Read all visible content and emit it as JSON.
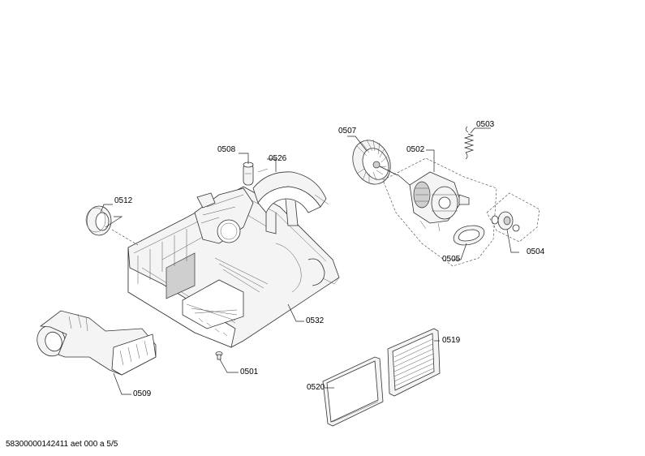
{
  "parts": [
    {
      "id": "p0507",
      "number": "0507"
    },
    {
      "id": "p0503",
      "number": "0503"
    },
    {
      "id": "p0508",
      "number": "0508"
    },
    {
      "id": "p0526",
      "number": "0526"
    },
    {
      "id": "p0502",
      "number": "0502"
    },
    {
      "id": "p0512",
      "number": "0512"
    },
    {
      "id": "p0505",
      "number": "0505"
    },
    {
      "id": "p0504",
      "number": "0504"
    },
    {
      "id": "p0532",
      "number": "0532"
    },
    {
      "id": "p0519",
      "number": "0519"
    },
    {
      "id": "p0501",
      "number": "0501"
    },
    {
      "id": "p0520",
      "number": "0520"
    },
    {
      "id": "p0509",
      "number": "0509"
    }
  ],
  "footer": "58300000142411 aet 000 a 5/5"
}
